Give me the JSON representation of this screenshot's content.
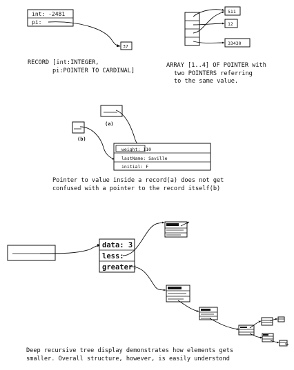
{
  "record_example": {
    "field_int": "int: -2481",
    "field_pi": "pi:",
    "target_value": "37",
    "caption_line1": "RECORD [int:INTEGER,",
    "caption_line2": "pi:POINTER TO CARDINAL]"
  },
  "array_example": {
    "values": [
      "511",
      "12",
      "33430"
    ],
    "caption_line1": "ARRAY [1..4] OF POINTER with",
    "caption_line2": "two POINTERS referring",
    "caption_line3": "to the same value."
  },
  "inner_pointer_example": {
    "label_a": "(a)",
    "label_b": "(b)",
    "fields": [
      "weight: 110",
      "lastName: Saville",
      "initial: F"
    ],
    "caption_line1": "Pointer to value inside a record(a) does not get",
    "caption_line2": "confused with a pointer to the record itself(b)"
  },
  "tree_example": {
    "fields": [
      "data: 3",
      "less:",
      "greater:"
    ],
    "caption_line1": "Deep recursive tree display demonstrates how elements gets",
    "caption_line2": "smaller. Overall structure, however, is easily understond"
  }
}
